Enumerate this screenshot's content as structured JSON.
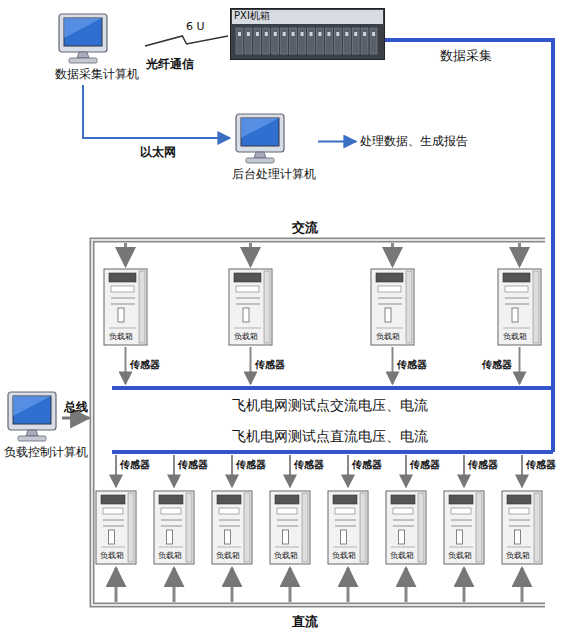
{
  "diagram": {
    "nodes": [
      {
        "text": [
          "数据采集计算机"
        ]
      },
      {
        "text": [
          "PXI机箱"
        ]
      },
      {
        "text": [
          "后台处理计算机"
        ]
      },
      {
        "text": [
          "处理数据、生成报告"
        ]
      },
      {
        "text": [
          "负载箱"
        ]
      },
      {
        "text": [
          "负载箱"
        ]
      },
      {
        "text": [
          "负载箱"
        ]
      },
      {
        "text": [
          "负载箱"
        ]
      },
      {
        "text": [
          "负载控制计算机"
        ]
      },
      {
        "text": [
          "负载箱"
        ]
      },
      {
        "text": [
          "负载箱"
        ]
      },
      {
        "text": [
          "负载箱"
        ]
      },
      {
        "text": [
          "负载箱"
        ]
      },
      {
        "text": [
          "负载箱"
        ]
      },
      {
        "text": [
          "负载箱"
        ]
      },
      {
        "text": [
          "负载箱"
        ]
      },
      {
        "text": [
          "负载箱"
        ]
      }
    ],
    "edges": [
      {
        "from": 0,
        "to": 1,
        "label": "光纤通信",
        "arrow": "none"
      },
      {
        "from": 0,
        "to": 2,
        "label": "以太网",
        "arrow": "to"
      },
      {
        "from": 2,
        "to": 3,
        "arrow": "to"
      }
    ],
    "labels": [
      "6 U",
      "数据采集",
      "交流",
      "传感器",
      "传感器",
      "传感器",
      "传感器",
      "飞机电网测试点交流电压、电流",
      "总线",
      "飞机电网测试点直流电压、电流",
      "传感器",
      "传感器",
      "传感器",
      "传感器",
      "传感器",
      "传感器",
      "传感器",
      "传感器",
      "直流"
    ]
  }
}
